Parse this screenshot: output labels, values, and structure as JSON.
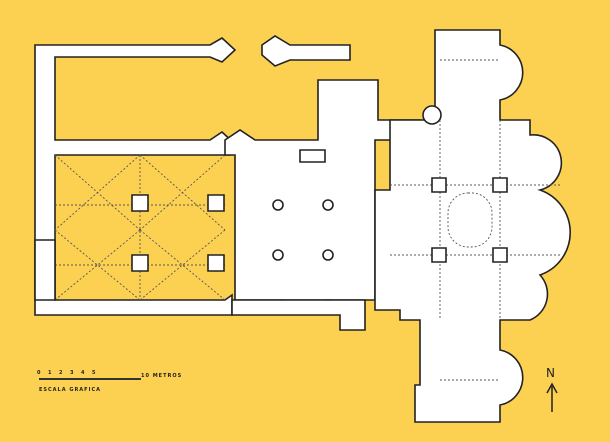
{
  "scale": {
    "ticks": [
      "0",
      "1",
      "2",
      "3",
      "4",
      "5"
    ],
    "end_label": "10 METROS",
    "caption": "ESCALA GRAFICA"
  },
  "north_label": "N",
  "colors": {
    "background": "#fcd152",
    "walls": "#ffffff",
    "outline": "#222222"
  }
}
